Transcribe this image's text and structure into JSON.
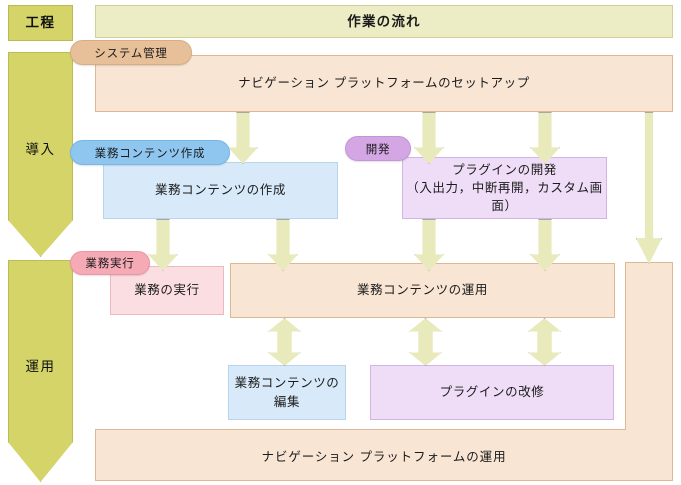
{
  "diagram": {
    "title": "作業の流れ",
    "phase_column": {
      "header": "工程",
      "phases": [
        {
          "label": "導入"
        },
        {
          "label": "運用"
        }
      ]
    },
    "roles": [
      {
        "id": "system-admin",
        "label": "システム管理",
        "color": "#e7bf98"
      },
      {
        "id": "content-author",
        "label": "業務コンテンツ作成",
        "color": "#8ec6ef"
      },
      {
        "id": "developer",
        "label": "開発",
        "color": "#d4a7e4"
      },
      {
        "id": "operator",
        "label": "業務実行",
        "color": "#f6aab6"
      }
    ],
    "nodes": {
      "setup": {
        "label": "ナビゲーション  プラットフォームのセットアップ",
        "color": "#f8e5d4"
      },
      "content_create": {
        "label": "業務コンテンツの作成",
        "color": "#d8eaf9"
      },
      "plugin_develop": {
        "label": "プラグインの開発\n（入出力，中断再開，カスタム画面）",
        "color": "#efddf7"
      },
      "task_execute": {
        "label": "業務の実行",
        "color": "#fbdee2"
      },
      "content_operate": {
        "label": "業務コンテンツの運用",
        "color": "#f8e5d4"
      },
      "content_edit": {
        "label": "業務コンテンツの\n編集",
        "color": "#d8eaf9"
      },
      "plugin_modify": {
        "label": "プラグインの改修",
        "color": "#efddf7"
      },
      "platform_operate": {
        "label": "ナビゲーション  プラットフォームの運用",
        "color": "#f8e5d4"
      }
    },
    "connector_color": "#e9eabc"
  }
}
